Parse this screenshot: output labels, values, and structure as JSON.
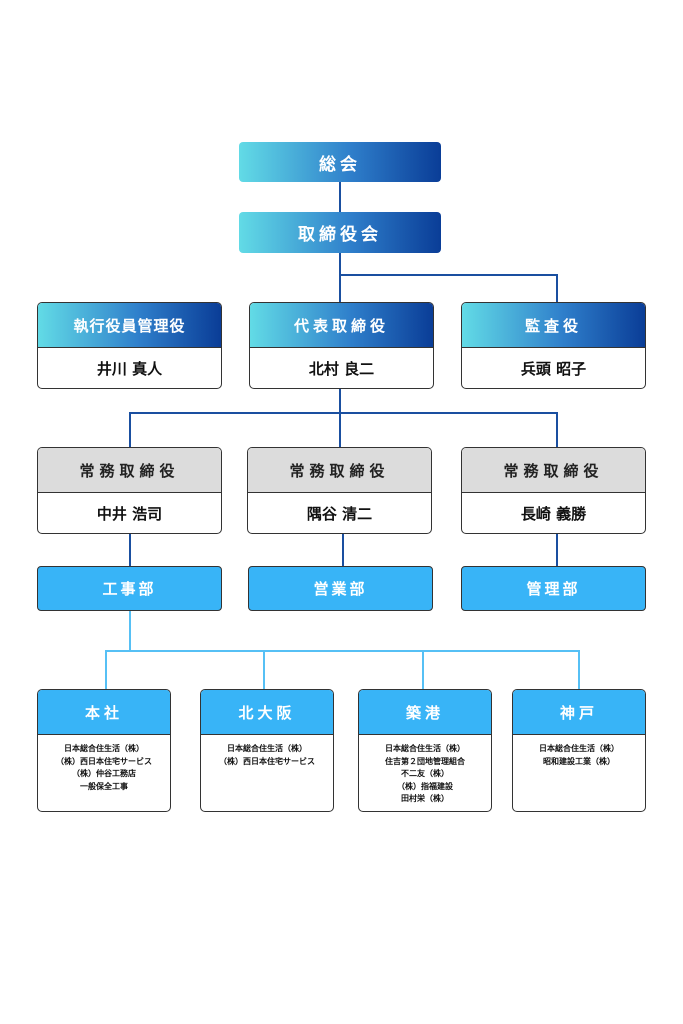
{
  "top": {
    "general_meeting": "総会",
    "board": "取締役会"
  },
  "officers": [
    {
      "title": "執行役員管理役",
      "name": "井川 真人"
    },
    {
      "title": "代表取締役",
      "name": "北村 良二"
    },
    {
      "title": "監査役",
      "name": "兵頭 昭子"
    }
  ],
  "managing_directors": [
    {
      "title": "常務取締役",
      "name": "中井 浩司"
    },
    {
      "title": "常務取締役",
      "name": "隅谷 清二"
    },
    {
      "title": "常務取締役",
      "name": "長崎 義勝"
    }
  ],
  "departments": [
    "工事部",
    "営業部",
    "管理部"
  ],
  "branches": [
    {
      "name": "本社",
      "companies": [
        "日本総合住生活（株）",
        "（株）西日本住宅サービス",
        "（株）仲谷工務店",
        "一般保全工事"
      ]
    },
    {
      "name": "北大阪",
      "companies": [
        "日本総合住生活（株）",
        "（株）西日本住宅サービス"
      ]
    },
    {
      "name": "築港",
      "companies": [
        "日本総合住生活（株）",
        "住吉第２団地管理組合",
        "不二友（株）",
        "（株）指福建設",
        "田村栄（株）"
      ]
    },
    {
      "name": "神戸",
      "companies": [
        "日本総合住生活（株）",
        "昭和建設工業（株）"
      ]
    }
  ],
  "colors": {
    "gradient_start": "#62dbe6",
    "gradient_end": "#0a3d97",
    "connector_line": "#1a4fa0",
    "department_fill": "#38b4f7",
    "branch_line": "#56c0f5",
    "director_header": "#dcdcdc"
  }
}
